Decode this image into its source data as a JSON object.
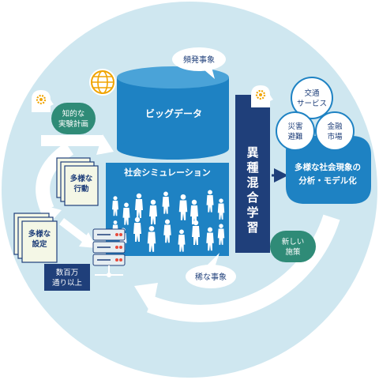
{
  "labels": {
    "big_data": "ビッグデータ",
    "social_simulation": "社会シミュレーション",
    "frequent_events": "頻発事象",
    "rare_events": "稀な事象",
    "intelligent_experiment_plan_1": "知的な",
    "intelligent_experiment_plan_2": "実験計画",
    "diverse_behavior_1": "多様な",
    "diverse_behavior_2": "行動",
    "diverse_settings_1": "多様な",
    "diverse_settings_2": "設定",
    "millions_1": "数百万",
    "millions_2": "通り以上",
    "heterogeneous_learning": [
      "異",
      "種",
      "混",
      "合",
      "学",
      "習"
    ],
    "transport_service_1": "交通",
    "transport_service_2": "サービス",
    "disaster_evacuation_1": "災害",
    "disaster_evacuation_2": "避難",
    "financial_market_1": "金融",
    "financial_market_2": "市場",
    "analysis_1": "多様な社会現象の",
    "analysis_2": "分析・モデル化",
    "new_policy_1": "新しい",
    "new_policy_2": "施策"
  },
  "colors": {
    "background_circle": "#cfe7f0",
    "white_ring": "#ffffff",
    "primary_blue": "#1e82c3",
    "cylinder_top": "#4aa3d8",
    "navy": "#1f3f7a",
    "green": "#2f8b77",
    "doc_fill": "#f4f7e6",
    "icon_gray": "#e6eef2",
    "gear": "#f0a400"
  },
  "icons": [
    "globe-icon",
    "gear-icon",
    "server-icon",
    "people-silhouettes"
  ]
}
